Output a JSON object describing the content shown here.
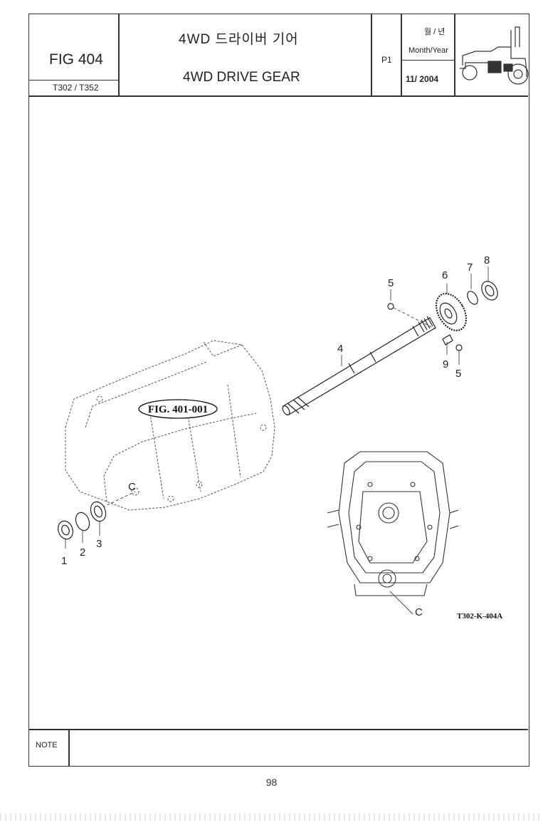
{
  "header": {
    "figure_label": "FIG 404",
    "model_label": "T302 / T352",
    "title_korean": "4WD 드라이버 기어",
    "title_english": "4WD DRIVE GEAR",
    "page_label": "P1",
    "month_year_korean": "월 / 년",
    "month_year_english": "Month/Year",
    "date_value": "11/ 2004",
    "tractor_icon": "tractor-icon"
  },
  "diagram": {
    "figure_reference": "FIG. 401-001",
    "drawing_code": "T302-K-404A",
    "callouts": {
      "p1": "1",
      "p2": "2",
      "p3": "3",
      "p4": "4",
      "p5a": "5",
      "p5b": "5",
      "p6": "6",
      "p7": "7",
      "p8": "8",
      "p9": "9",
      "c1": "C",
      "c2": "C"
    }
  },
  "footer": {
    "note_label": "NOTE",
    "page_number": "98"
  }
}
